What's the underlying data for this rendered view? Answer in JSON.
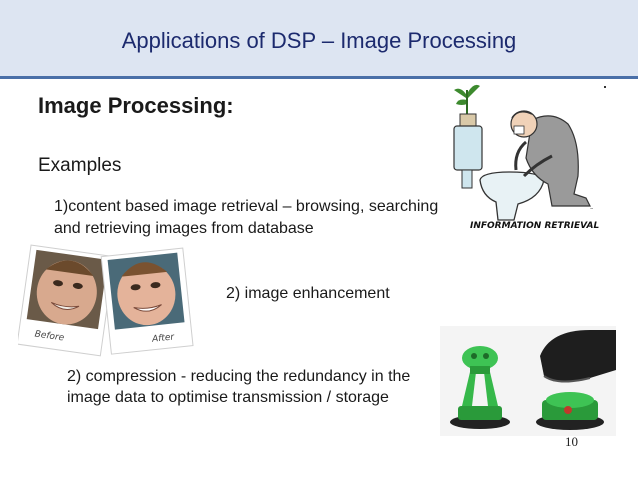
{
  "slide": {
    "title": "Applications of DSP – Image Processing",
    "heading": "Image Processing:",
    "examples_label": "Examples",
    "item1": "1)content based image retrieval – browsing, searching and retrieving images from database",
    "item2": "2) image enhancement",
    "item3": "2) compression - reducing the redundancy in  the image data to optimise transmission / storage",
    "page_number": "10"
  },
  "images": {
    "cartoon_caption": "INFORMATION RETRIEVAL",
    "before_label": "Before",
    "after_label": "After"
  }
}
